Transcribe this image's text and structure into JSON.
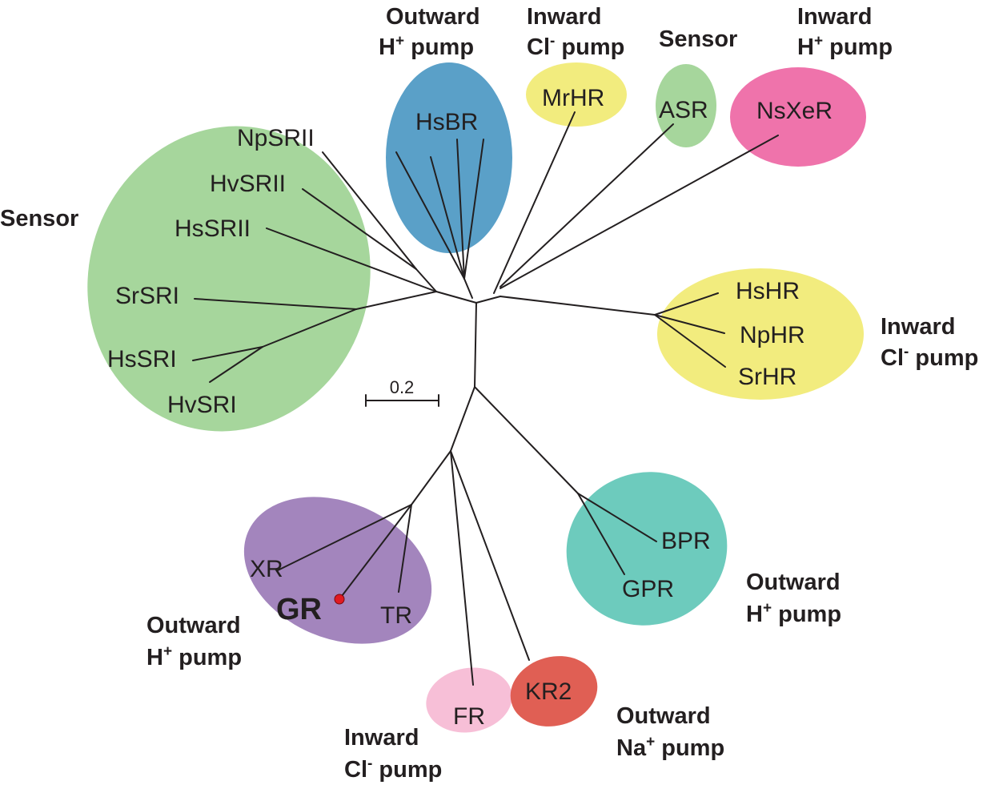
{
  "colors": {
    "sensor_green": "#a6d69c",
    "hsbr_blue": "#5aa0c8",
    "hr_yellow": "#f2ec7e",
    "nsxer_pink": "#ef73ab",
    "teal": "#6dcbbd",
    "purple": "#a385bd",
    "fr_pink": "#f7bfd7",
    "kr2_red": "#e05f54",
    "gr_dot": "#e11a22",
    "line": "#231f20"
  },
  "leaves": {
    "npsrii": "NpSRII",
    "hvsrii": "HvSRII",
    "hssrii": "HsSRII",
    "srsri": "SrSRI",
    "hssri": "HsSRI",
    "hvsri": "HvSRI",
    "hsbr": "HsBR",
    "mrhr": "MrHR",
    "asr": "ASR",
    "nsxer": "NsXeR",
    "hshr": "HsHR",
    "nphr": "NpHR",
    "srhr": "SrHR",
    "bpr": "BPR",
    "gpr": "GPR",
    "xr": "XR",
    "gr": "GR",
    "tr": "TR",
    "fr": "FR",
    "kr2": "KR2"
  },
  "functions": {
    "sensor_left": "Sensor",
    "outward_h_top": {
      "line1": "Outward",
      "line2_main": "H",
      "line2_sup": "+",
      "line2_rest": " pump"
    },
    "inward_cl_top": {
      "line1": "Inward",
      "line2_main": "Cl",
      "line2_sup": "-",
      "line2_rest": " pump"
    },
    "sensor_top": "Sensor",
    "inward_h_top": {
      "line1": "Inward",
      "line2_main": "H",
      "line2_sup": "+",
      "line2_rest": " pump"
    },
    "inward_cl_right": {
      "line1": "Inward",
      "line2_main": "Cl",
      "line2_sup": "-",
      "line2_rest": " pump"
    },
    "outward_h_right": {
      "line1": "Outward",
      "line2_main": "H",
      "line2_sup": "+",
      "line2_rest": " pump"
    },
    "outward_h_left": {
      "line1": "Outward",
      "line2_main": "H",
      "line2_sup": "+",
      "line2_rest": " pump"
    },
    "inward_cl_bottom": {
      "line1": "Inward",
      "line2_main": "Cl",
      "line2_sup": "-",
      "line2_rest": " pump"
    },
    "outward_na_bottom": {
      "line1": "Outward",
      "line2_main": "Na",
      "line2_sup": "+",
      "line2_rest": " pump"
    }
  },
  "scale_bar": {
    "label": "0.2"
  }
}
